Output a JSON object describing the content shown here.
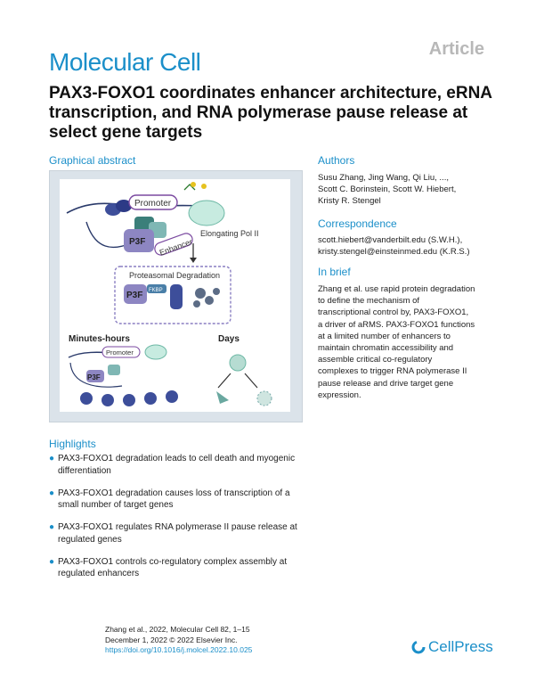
{
  "header": {
    "journal": "Molecular Cell",
    "article_type": "Article"
  },
  "title": "PAX3-FOXO1 coordinates enhancer architecture, eRNA transcription, and RNA polymerase pause release at select gene targets",
  "graphical_abstract": {
    "heading": "Graphical abstract",
    "labels": {
      "promoter_top": "Promoter",
      "p3f_top": "P3F",
      "enhancer": "Enhancer",
      "elongating": "Elongating Pol II",
      "degradation": "Proteasomal Degradation",
      "p3f_mid": "P3F",
      "fkbp": "FKBP",
      "minutes": "Minutes-hours",
      "days": "Days",
      "promoter_bottom": "Promoter",
      "p3f_bottom": "P3F"
    }
  },
  "authors": {
    "heading": "Authors",
    "lines": [
      "Susu Zhang, Jing Wang, Qi Liu, ...,",
      "Scott C. Borinstein, Scott W. Hiebert,",
      "Kristy R. Stengel"
    ]
  },
  "correspondence": {
    "heading": "Correspondence",
    "lines": [
      "scott.hiebert@vanderbilt.edu (S.W.H.),",
      "kristy.stengel@einsteinmed.edu (K.R.S.)"
    ]
  },
  "in_brief": {
    "heading": "In brief",
    "lines": [
      "Zhang et al. use rapid protein degradation",
      "to define the mechanism of",
      "transcriptional control by, PAX3-FOXO1,",
      "a driver of aRMS. PAX3-FOXO1 functions",
      "at a limited number of enhancers to",
      "maintain chromatin accessibility and",
      "assemble critical co-regulatory",
      "complexes to trigger RNA polymerase II",
      "pause release and drive target gene",
      "expression."
    ]
  },
  "highlights": {
    "heading": "Highlights",
    "items": [
      {
        "l1": "PAX3-FOXO1 degradation leads to cell death and myogenic",
        "l2": "differentiation"
      },
      {
        "l1": "PAX3-FOXO1 degradation causes loss of transcription of a",
        "l2": "small number of target genes"
      },
      {
        "l1": "PAX3-FOXO1 regulates RNA polymerase II pause release at",
        "l2": "regulated genes"
      },
      {
        "l1": "PAX3-FOXO1 controls co-regulatory complex assembly at",
        "l2": "regulated enhancers"
      }
    ]
  },
  "citation": {
    "line1": "Zhang et al., 2022, Molecular Cell 82, 1–15",
    "line2": "December 1, 2022 © 2022 Elsevier Inc.",
    "doi": "https://doi.org/10.1016/j.molcel.2022.10.025"
  },
  "publisher": "CellPress",
  "colors": {
    "accent": "#1b8fc9",
    "muted": "#b8b8b8",
    "ga_bg": "#dbe3ea"
  }
}
